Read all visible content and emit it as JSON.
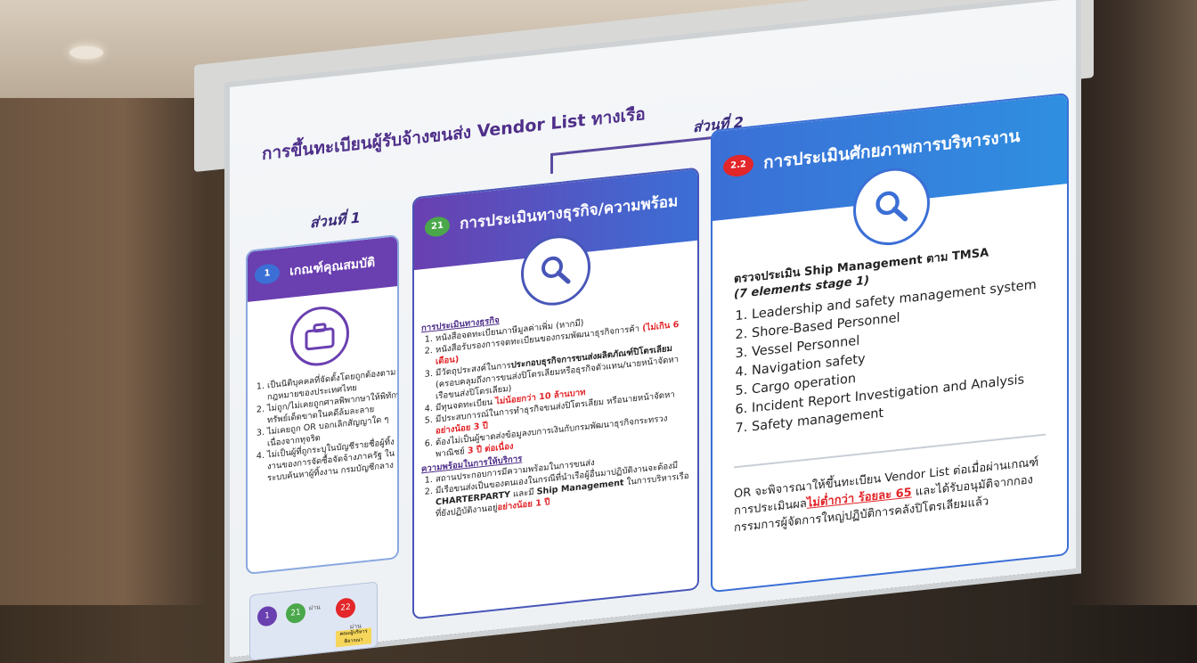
{
  "slide": {
    "title": "การขึ้นทะเบียนผู้รับจ้างขนส่ง Vendor List ทางเรือ",
    "part1_label": "ส่วนที่ 1",
    "part2_label": "ส่วนที่ 2"
  },
  "panel1": {
    "badge": "1",
    "header": "เกณฑ์คุณสมบัติ",
    "icon": "briefcase-icon",
    "items": [
      "เป็นนิติบุคคลที่จัดตั้งโดยถูกต้องตามกฎหมายของประเทศไทย",
      "ไม่ถูก/ไม่เคยถูกศาลพิพากษาให้พิทักษ์ทรัพย์เด็ดขาดในคดีล้มละลาย",
      "ไม่เคยถูก OR บอกเลิกสัญญาใด ๆ เนื่องจากทุจริต",
      "ไม่เป็นผู้ที่ถูกระบุในบัญชีรายชื่อผู้ทิ้งงานของการจัดซื้อจัดจ้างภาครัฐ ในระบบค้นหาผู้ทิ้งงาน กรมบัญชีกลาง"
    ],
    "flow": {
      "n1": "1",
      "n2": "21",
      "n3": "22",
      "pass1": "ผ่าน",
      "pass2": "ผ่าน",
      "box": "คณะผู้บริหารพิจารณา"
    }
  },
  "panel2": {
    "badge": "21",
    "header": "การประเมินทางธุรกิจ/ความพร้อม",
    "icon": "search-icon",
    "section1_title": "การประเมินทางธุรกิจ",
    "s1_item1": "หนังสือจดทะเบียนภาษีมูลค่าเพิ่ม (หากมี)",
    "s1_item2_a": "หนังสือรับรองการจดทะเบียนของกรมพัฒนาธุรกิจการค้า",
    "s1_item2_b": "(ไม่เกิน 6 เดือน)",
    "s1_item3_a": "มีวัตถุประสงค์ในการ",
    "s1_item3_b": "ประกอบธุรกิจการขนส่งผลิตภัณฑ์ปิโตรเลียม",
    "s1_item3_c": "(ครอบคลุมถึงการขนส่งปิโตรเลียมหรือธุรกิจตัวแทน/นายหน้าจัดหาเรือขนส่งปิโตรเลียม)",
    "s1_item4_a": "มีทุนจดทะเบียน",
    "s1_item4_b": "ไม่น้อยกว่า 10 ล้านบาท",
    "s1_item5_a": "มีประสบการณ์ในการทำธุรกิจขนส่งปิโตรเลียม หรือนายหน้าจัดหา",
    "s1_item5_b": "อย่างน้อย 3 ปี",
    "s1_item6_a": "ต้องไม่เป็นผู้ขาดส่งข้อมูลงบการเงินกับกรมพัฒนาธุรกิจกระทรวงพาณิชย์",
    "s1_item6_b": "3 ปี ต่อเนื่อง",
    "section2_title": "ความพร้อมในการให้บริการ",
    "s2_item1": "สถานประกอบการมีความพร้อมในการขนส่ง",
    "s2_item2_a": "มีเรือขนส่งเป็นของตนเองในกรณีที่นำเรือผู้อื่นมาปฏิบัติงานจะต้องมี",
    "s2_item2_b": "CHARTERPARTY",
    "s2_item2_c": "และมี",
    "s2_item2_d": "Ship Management",
    "s2_item2_e": "ในการบริหารเรือที่ยังปฏิบัติงานอยู่",
    "s2_item2_f": "อย่างน้อย 1 ปี"
  },
  "panel3": {
    "badge": "2.2",
    "header": "การประเมินศักยภาพการบริหารงาน",
    "icon": "search-icon",
    "intro": "ตรวจประเมิน Ship Management ตาม TMSA",
    "intro2": "(7 elements stage 1)",
    "items": [
      "Leadership and safety management system",
      "Shore-Based Personnel",
      "Vessel Personnel",
      "Navigation safety",
      "Cargo operation",
      "Incident Report Investigation and Analysis",
      "Safety management"
    ],
    "note_a": "OR จะพิจารณาให้ขึ้นทะเบียน Vendor List ต่อเมื่อผ่านเกณฑ์การประเมินผล",
    "note_b": "ไม่ต่ำกว่า ร้อยละ 65",
    "note_c": "และได้รับอนุมัติจากกองกรรมการผู้จัดการใหญ่ปฏิบัติการคลังปิโตรเลียมแล้ว"
  },
  "colors": {
    "purple": "#6a3fb0",
    "blue": "#3b6fd6",
    "red": "#e2262a",
    "green": "#4aa84a"
  }
}
